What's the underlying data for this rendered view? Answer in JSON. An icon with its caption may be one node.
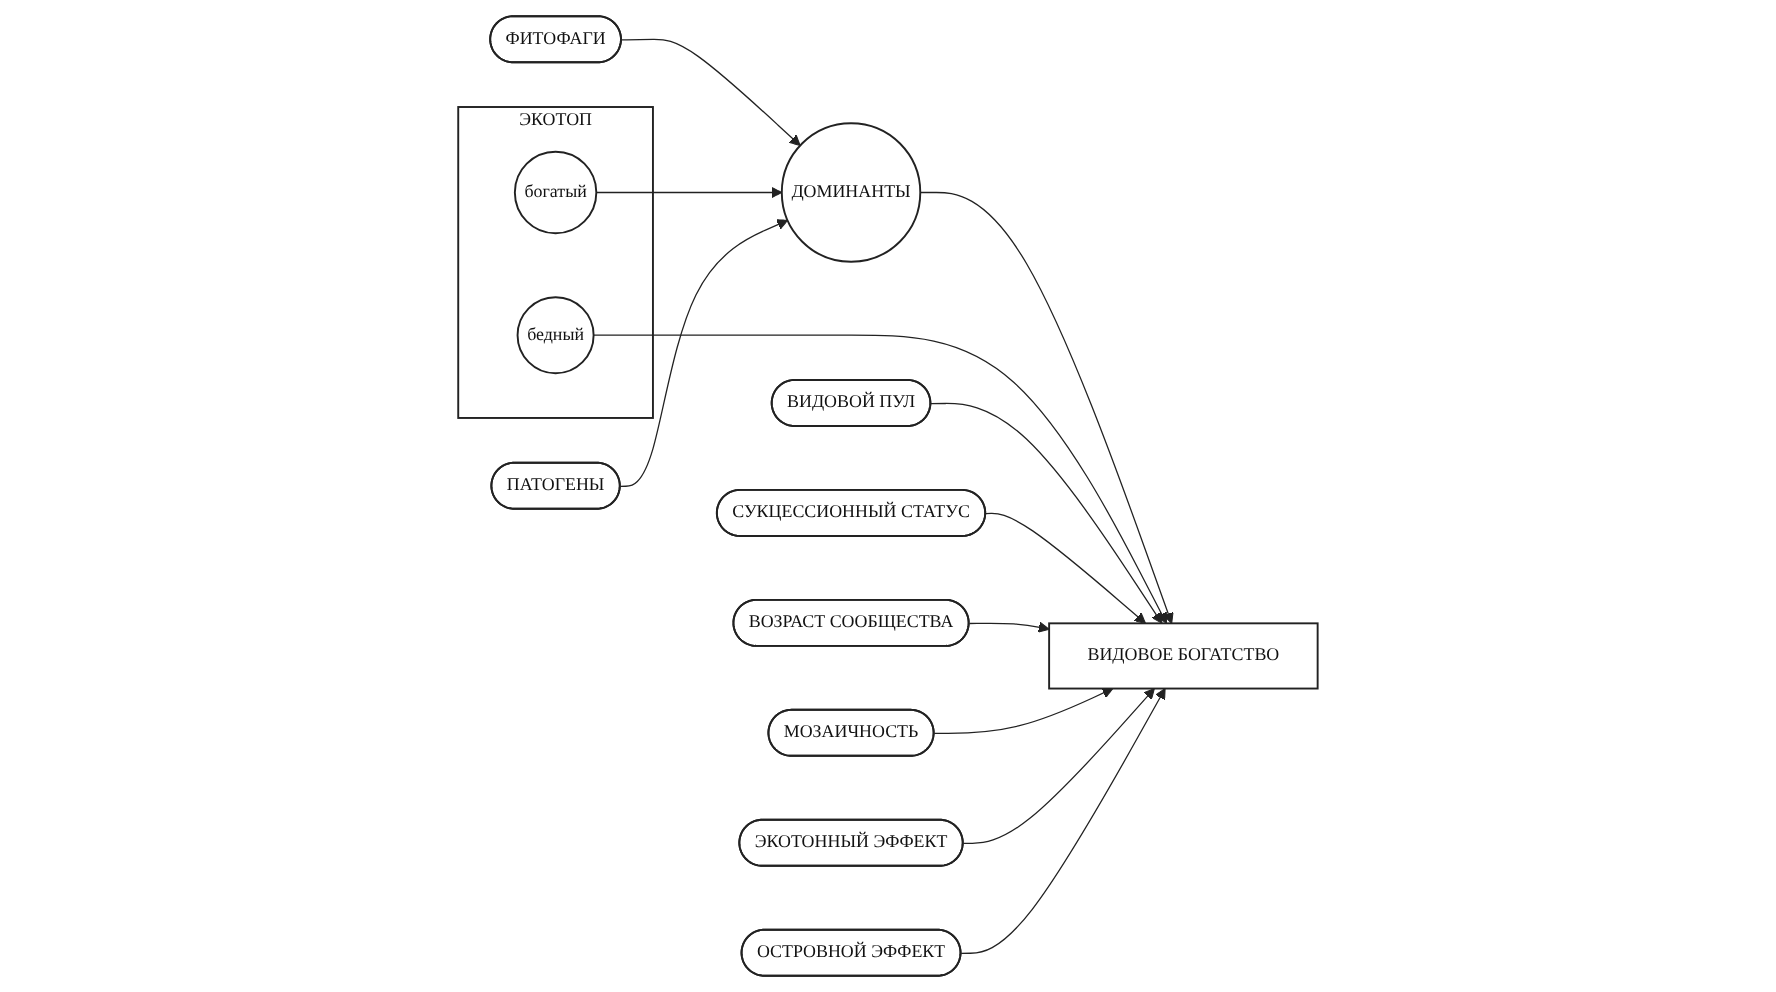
{
  "diagram": {
    "nodes": [
      {
        "text": [
          "ЭКОТОП"
        ]
      },
      {
        "text": [
          "богатый"
        ],
        "in": 0
      },
      {
        "text": [
          "бедный"
        ],
        "in": 0
      },
      {
        "text": [
          "ФИТОФАГИ"
        ]
      },
      {
        "text": [
          "ДОМИНАНТЫ"
        ]
      },
      {
        "text": [
          "ПАТОГЕНЫ"
        ]
      },
      {
        "text": [
          "ВИДОВОЕ БОГАТСТВО"
        ]
      },
      {
        "text": [
          "ВИДОВОЙ ПУЛ"
        ]
      },
      {
        "text": [
          "СУКЦЕССИОННЫЙ СТАТУС"
        ]
      },
      {
        "text": [
          "ВОЗРАСТ СООБЩЕСТВА"
        ]
      },
      {
        "text": [
          "МОЗАИЧНОСТЬ"
        ]
      },
      {
        "text": [
          "ЭКОТОННЫЙ ЭФФЕКТ"
        ]
      },
      {
        "text": [
          "ОСТРОВНОЙ ЭФФЕКТ"
        ]
      }
    ],
    "edges": [
      {
        "from": 3,
        "to": 4,
        "arrow": "to"
      },
      {
        "from": 1,
        "to": 4,
        "arrow": "to"
      },
      {
        "from": 5,
        "to": 4,
        "arrow": "to"
      },
      {
        "from": 4,
        "to": 6,
        "arrow": "to"
      },
      {
        "from": 2,
        "to": 6,
        "arrow": "to"
      },
      {
        "from": 7,
        "to": 6,
        "arrow": "to"
      },
      {
        "from": 8,
        "to": 6,
        "arrow": "to"
      },
      {
        "from": 9,
        "to": 6,
        "arrow": "to"
      },
      {
        "from": 10,
        "to": 6,
        "arrow": "to"
      },
      {
        "from": 11,
        "to": 6,
        "arrow": "to"
      },
      {
        "from": 12,
        "to": 6,
        "arrow": "to"
      }
    ]
  }
}
